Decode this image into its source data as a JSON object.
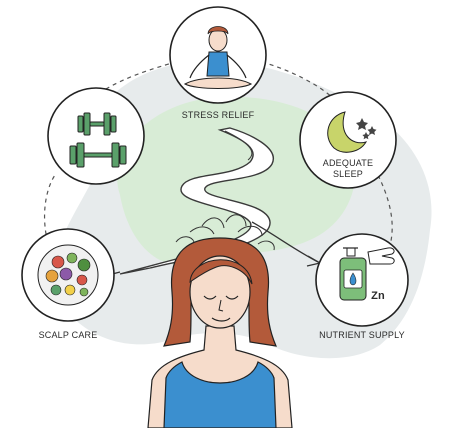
{
  "nodes": {
    "stress_relief": {
      "label": "STRESS RELIEF",
      "icon": "meditation-icon"
    },
    "exercise": {
      "label": "",
      "icon": "dumbbell-icon"
    },
    "sleep": {
      "label_line1": "ADEQUATE",
      "label_line2": "SLEEP",
      "icon": "moon-stars-icon"
    },
    "scalp_care": {
      "label": "SCALP CARE",
      "icon": "healthy-food-plate-icon"
    },
    "nutrient_supply": {
      "label": "NUTRIENT SUPPLY",
      "icon": "zinc-supplement-bottle-icon",
      "zinc_text": "Zn"
    }
  },
  "center": {
    "icon": "woman-hair-loss-icon"
  },
  "colors": {
    "blob_gray": "#e7ebec",
    "blob_green": "#d8ecd6",
    "hair": "#b35a3a",
    "skin": "#f6dccb",
    "tank_top": "#3b8fcf",
    "accent_green": "#5aa06a",
    "moon": "#c8d46a",
    "bottle": "#7dbe7a",
    "stroke": "#222222"
  }
}
